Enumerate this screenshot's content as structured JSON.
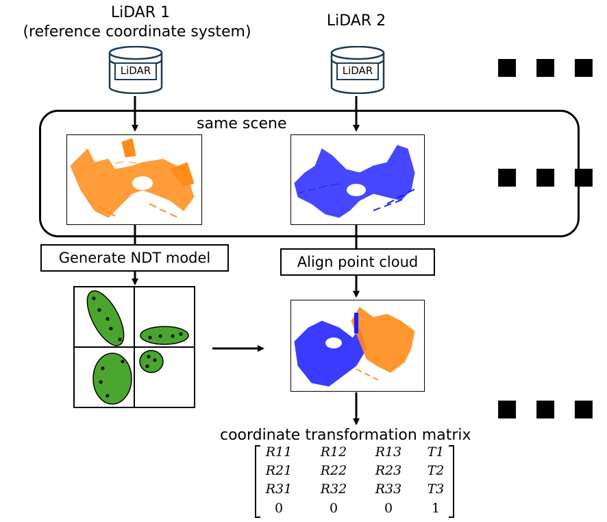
{
  "lidar1": {
    "title": "LiDAR 1",
    "subtitle": "(reference coordinate system)",
    "db_label": "LiDAR"
  },
  "lidar2": {
    "title": "LiDAR 2",
    "db_label": "LiDAR"
  },
  "scene_label": "same scene",
  "ndt_box": "Generate NDT model",
  "align_box": "Align point cloud",
  "matrix_title": "coordinate transformation matrix",
  "matrix": [
    [
      "R11",
      "R12",
      "R13",
      "T1"
    ],
    [
      "R21",
      "R22",
      "R23",
      "T2"
    ],
    [
      "R31",
      "R32",
      "R33",
      "T3"
    ],
    [
      "0",
      "0",
      "0",
      "1"
    ]
  ],
  "ellipsis": "■ ■ ■",
  "colors": {
    "lidar1_cloud": "#ff8c1a",
    "lidar2_cloud": "#1a1aff",
    "ndt_ellipse": "#4aa52e"
  }
}
